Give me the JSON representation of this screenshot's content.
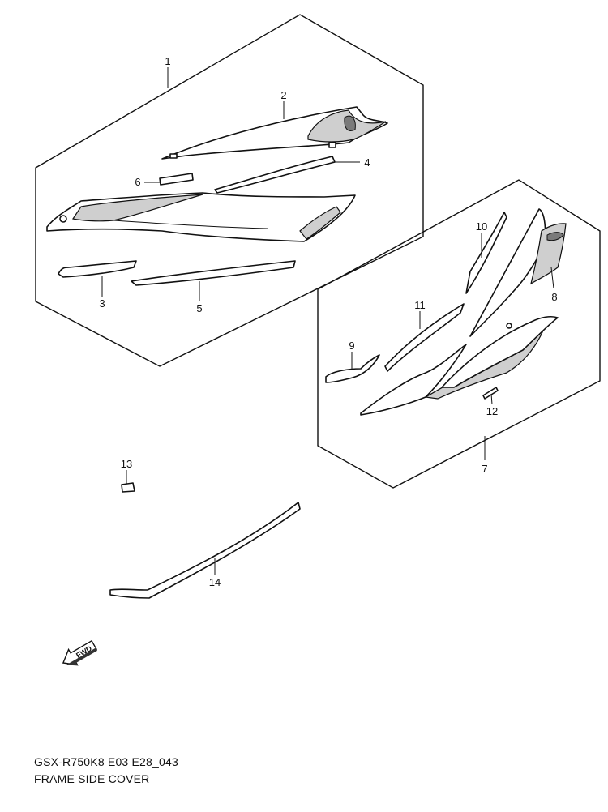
{
  "diagram": {
    "callouts": [
      {
        "id": "1",
        "text": "1"
      },
      {
        "id": "2",
        "text": "2"
      },
      {
        "id": "3",
        "text": "3"
      },
      {
        "id": "4",
        "text": "4"
      },
      {
        "id": "5",
        "text": "5"
      },
      {
        "id": "6",
        "text": "6"
      },
      {
        "id": "7",
        "text": "7"
      },
      {
        "id": "8",
        "text": "8"
      },
      {
        "id": "9",
        "text": "9"
      },
      {
        "id": "10",
        "text": "10"
      },
      {
        "id": "11",
        "text": "11"
      },
      {
        "id": "12",
        "text": "12"
      },
      {
        "id": "13",
        "text": "13"
      },
      {
        "id": "14",
        "text": "14"
      }
    ],
    "fwd_badge": "FWD"
  },
  "footer": {
    "code": "GSX-R750K8 E03 E28_043",
    "title": "FRAME SIDE COVER"
  }
}
